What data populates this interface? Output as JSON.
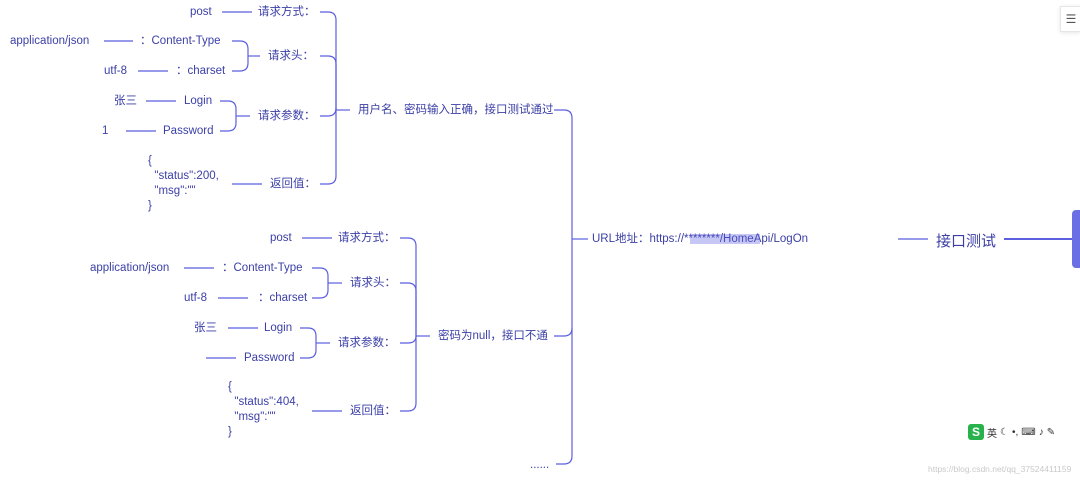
{
  "root": {
    "label": "接口测试"
  },
  "url": {
    "label": "URL地址：https://********/HomeApi/LogOn"
  },
  "more": "......",
  "branches": [
    {
      "label": "用户名、密码输入正确，接口测试通过",
      "method": {
        "key": "请求方式：",
        "value": "post"
      },
      "headers": {
        "key": "请求头：",
        "items": [
          {
            "key": "：Content-Type",
            "value": "application/json"
          },
          {
            "key": "：charset",
            "value": "utf-8"
          }
        ]
      },
      "params": {
        "key": "请求参数：",
        "items": [
          {
            "key": "Login",
            "value": "张三"
          },
          {
            "key": "Password",
            "value": "1"
          }
        ]
      },
      "response": {
        "key": "返回值：",
        "lines": [
          "{",
          "  \"status\":200,",
          "  \"msg\":\"\"",
          "}"
        ]
      }
    },
    {
      "label": "密码为null，接口不通",
      "method": {
        "key": "请求方式：",
        "value": "post"
      },
      "headers": {
        "key": "请求头：",
        "items": [
          {
            "key": "：Content-Type",
            "value": "application/json"
          },
          {
            "key": "：charset",
            "value": "utf-8"
          }
        ]
      },
      "params": {
        "key": "请求参数：",
        "items": [
          {
            "key": "Login",
            "value": "张三"
          },
          {
            "key": "Password",
            "value": ""
          }
        ]
      },
      "response": {
        "key": "返回值：",
        "lines": [
          "{",
          "  \"status\":404,",
          "  \"msg\":\"\"",
          "}"
        ]
      }
    }
  ],
  "toolbar": {
    "ime_label": "英"
  },
  "watermark": "https://blog.csdn.net/qq_37524411159",
  "colors": {
    "line": "#5b5fe0",
    "text": "#3b3fa6",
    "tab": "#6b6fe6"
  }
}
